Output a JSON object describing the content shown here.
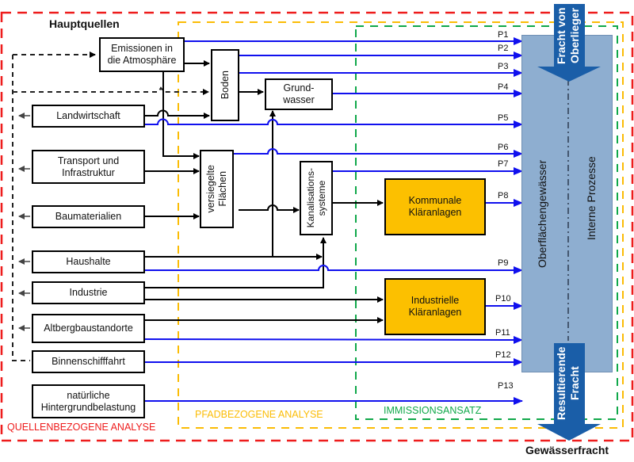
{
  "title": "Hauptquellen",
  "output_label": "Gewässerfracht",
  "zones": {
    "source": "QUELLENBEZOGENE ANALYSE",
    "path": "PFADBEZOGENE ANALYSE",
    "immission": "IMMISSIONSANSATZ"
  },
  "colors": {
    "source_zone": "#ee1c1c",
    "path_zone": "#fbbc05",
    "immission_zone": "#10a84a",
    "pathway": "#1010ee",
    "water": "#8eaed0",
    "treatment": "#fcc000",
    "flow_arrow": "#1a5ea8"
  },
  "sources": [
    {
      "label": "Emissionen in\ndie Atmosphäre"
    },
    {
      "label": "Landwirtschaft"
    },
    {
      "label": "Transport und\nInfrastruktur"
    },
    {
      "label": "Baumaterialien"
    },
    {
      "label": "Haushalte"
    },
    {
      "label": "Industrie"
    },
    {
      "label": "Altbergbaustandorte"
    },
    {
      "label": "Binnenschifffahrt"
    },
    {
      "label": "natürliche\nHintergrundbelastung"
    }
  ],
  "intermediates": {
    "boden": "Boden",
    "grundwasser": "Grund-\nwasser",
    "versiegelte": "versiegelte\nFlächen",
    "kanal": "Kanalisations-\nsysteme"
  },
  "treatment": {
    "kommunal": "Kommunale\nKläranlagen",
    "industriell": "Industrielle\nKläranlagen"
  },
  "water_body": {
    "label": "Oberflächengewässer",
    "internal": "Interne Prozesse",
    "inflow": "Fracht von\nOberlieger",
    "outflow": "Resultierende\nFracht"
  },
  "pathways": [
    "P1",
    "P2",
    "P3",
    "P4",
    "P5",
    "P6",
    "P7",
    "P8",
    "P9",
    "P10",
    "P11",
    "P12",
    "P13"
  ]
}
